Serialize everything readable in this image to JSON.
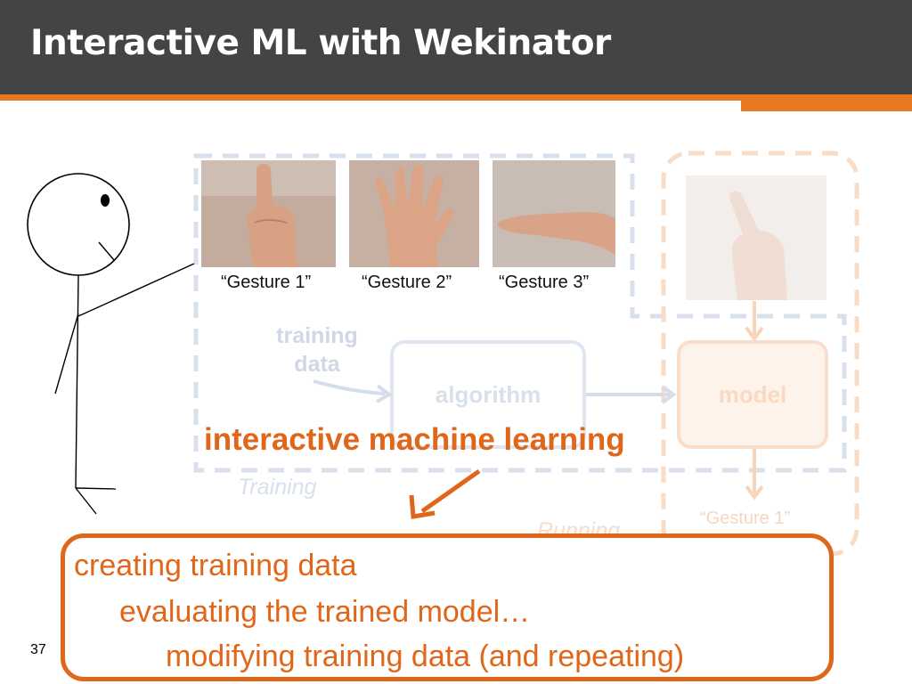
{
  "slide": {
    "title": "Interactive ML with Wekinator",
    "number": "37",
    "accent_color": "#e0661a",
    "header_color": "#444444"
  },
  "gestures": [
    {
      "caption": "“Gesture 1”",
      "pose": "index-finger-up"
    },
    {
      "caption": "“Gesture 2”",
      "pose": "open-palm"
    },
    {
      "caption": "“Gesture 3”",
      "pose": "flat-hand"
    }
  ],
  "diagram": {
    "training_data_label": "training\ndata",
    "algorithm_label": "algorithm",
    "model_label": "model",
    "training_label": "Training",
    "running_label": "Running",
    "output_label": "“Gesture 1”"
  },
  "headline": "interactive machine learning",
  "callout": {
    "line1": "creating training data",
    "line2": "evaluating the trained model…",
    "line3": "modifying training data (and repeating)"
  }
}
